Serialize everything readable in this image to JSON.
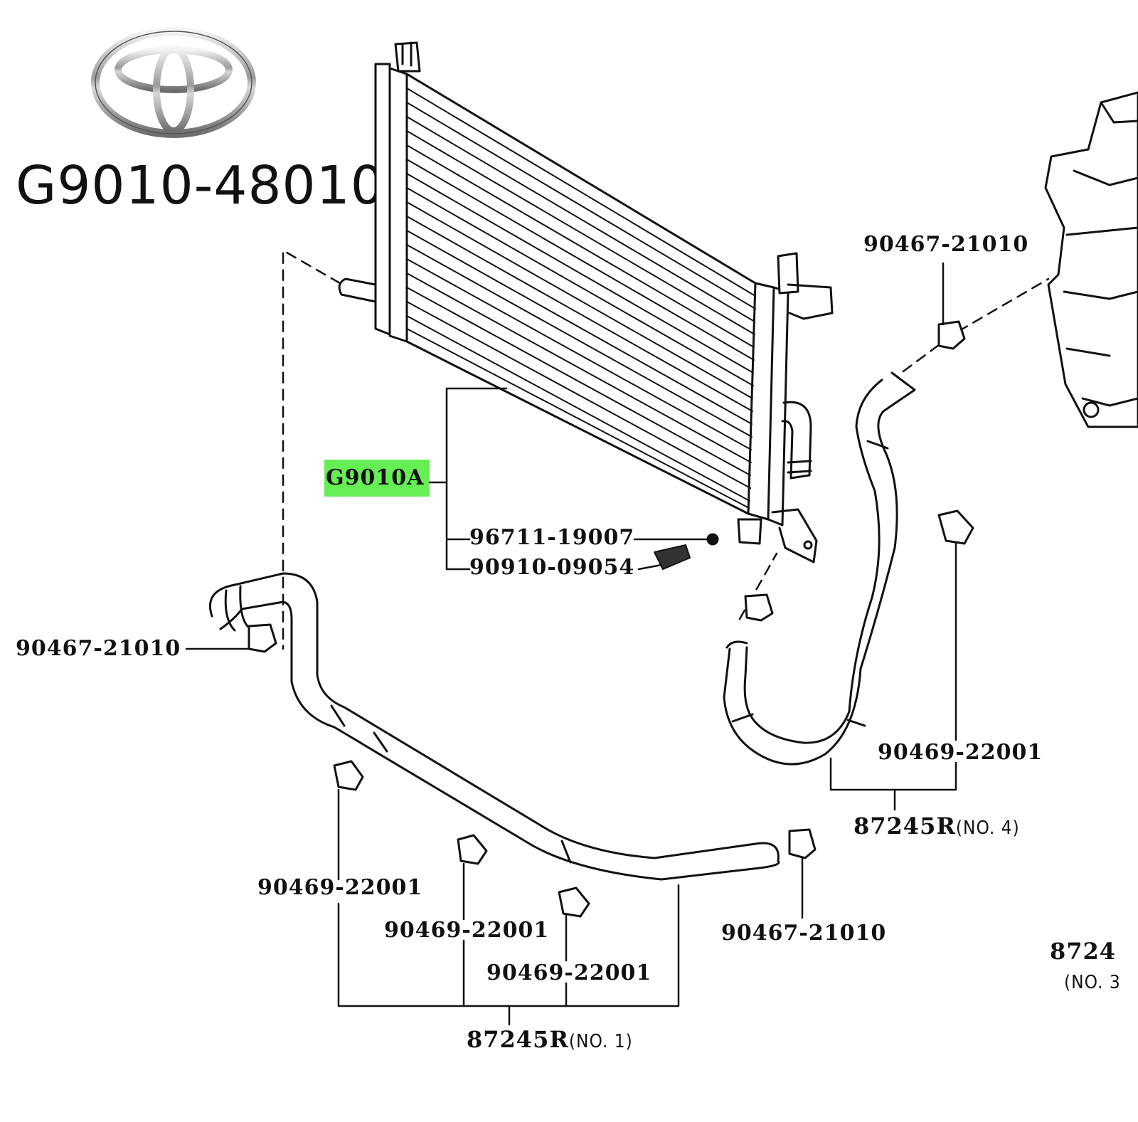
{
  "title": "G9010-48010",
  "brand": {
    "logo": "toyota-logo-icon",
    "logo_color": "#a8a8a8"
  },
  "highlight_color": "#66ee55",
  "callouts": {
    "main_assembly": "G9010A",
    "drain_cock_plug": "96711-19007",
    "drain_cock": "90910-09054",
    "clamp_top_right": "90467-21010",
    "clamp_left": "90467-21010",
    "clamp_bottom": "90467-21010",
    "clip_right": "90469-22001",
    "clip_1": "90469-22001",
    "clip_2": "90469-22001",
    "clip_3": "90469-22001",
    "hose_no4": {
      "part": "87245R",
      "suffix": "(NO. 4)"
    },
    "hose_no1": {
      "part": "87245R",
      "suffix": "(NO. 1)"
    },
    "hose_cut_part": "8724",
    "hose_cut_suffix": "(NO. 3"
  }
}
